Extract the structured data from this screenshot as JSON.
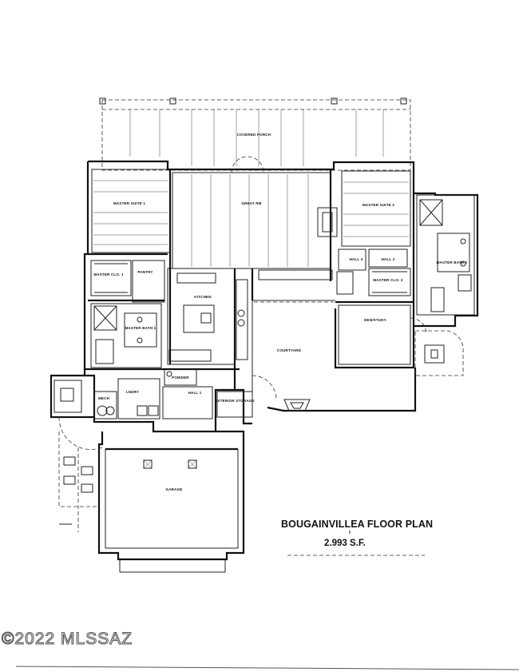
{
  "plan": {
    "title": "BOUGAINVILLEA FLOOR PLAN",
    "area": "2.993 S.F.",
    "watermark": "©2022 MLSSAZ",
    "rooms": {
      "covered_porch": "COVERED PORCH",
      "great_rm": "GREAT RM",
      "master_suite_1": "MASTER SUITE 1",
      "master_suite_2": "MASTER SUITE 2",
      "master_clo_1": "MASTER CLO. 1",
      "master_clo_2": "MASTER CLO. 2",
      "master_bath_1": "MASTER BATH 1",
      "master_bath_2": "MASTER BATH 2",
      "kitchen": "KITCHEN",
      "pantry": "PANTRY",
      "courtyard": "COURTYARD",
      "den_study": "DEN/STUDY",
      "hall_1": "HALL 1",
      "hall_2": "HALL 2",
      "hall_3": "HALL 3",
      "powder": "POWDER",
      "laundry": "LNDRY",
      "mech": "MECH",
      "exterior_storage": "EXTERIOR STORAGE",
      "garage": "GARAGE"
    }
  }
}
